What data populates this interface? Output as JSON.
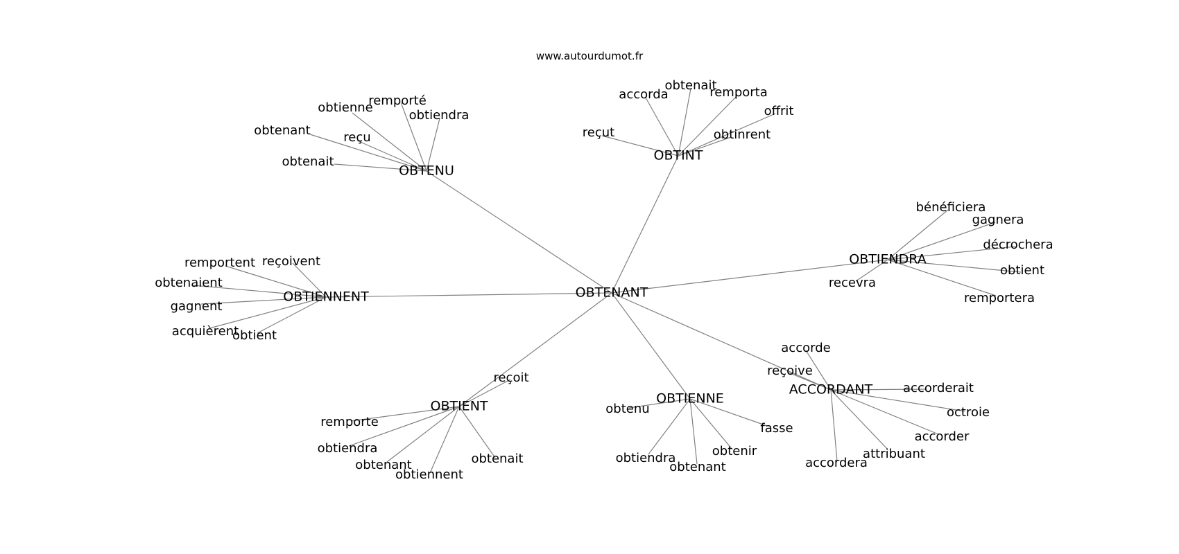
{
  "source": "www.autourdumot.fr",
  "graph": {
    "center": "OBTENANT",
    "clusters": [
      {
        "hub": "OBTENU",
        "words": [
          "obtienne",
          "remporté",
          "obtiendra",
          "obtenant",
          "reçu",
          "obtenait"
        ]
      },
      {
        "hub": "OBTINT",
        "words": [
          "accorda",
          "obtenait",
          "remporta",
          "offrit",
          "reçut",
          "obtinrent"
        ]
      },
      {
        "hub": "OBTIENDRA",
        "words": [
          "bénéficiera",
          "gagnera",
          "décrochera",
          "obtient",
          "recevra",
          "remportera"
        ]
      },
      {
        "hub": "OBTIENNENT",
        "words": [
          "remportent",
          "reçoivent",
          "obtenaient",
          "gagnent",
          "acquièrent",
          "obtient"
        ]
      },
      {
        "hub": "OBTIENT",
        "words": [
          "reçoit",
          "remporte",
          "obtiendra",
          "obtenant",
          "obtiennent",
          "obtenait"
        ]
      },
      {
        "hub": "OBTIENNE",
        "words": [
          "obtenu",
          "fasse",
          "obtenir",
          "obtiendra",
          "obtenant"
        ]
      },
      {
        "hub": "ACCORDANT",
        "words": [
          "accorde",
          "reçoive",
          "accorderait",
          "octroie",
          "accorder",
          "attribuant",
          "accordera"
        ]
      }
    ]
  }
}
